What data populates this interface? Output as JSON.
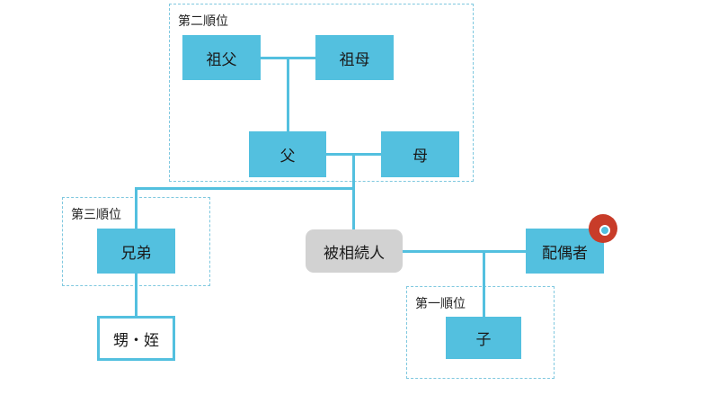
{
  "groups": {
    "second": "第二順位",
    "third": "第三順位",
    "first": "第一順位"
  },
  "nodes": {
    "grandfather": "祖父",
    "grandmother": "祖母",
    "father": "父",
    "mother": "母",
    "siblings": "兄弟",
    "nephew_niece": "甥・姪",
    "decedent": "被相続人",
    "spouse": "配偶者",
    "child": "子"
  },
  "colors": {
    "node": "#53c0df",
    "decedent": "#d2d2d2",
    "badge": "#c83c29"
  }
}
